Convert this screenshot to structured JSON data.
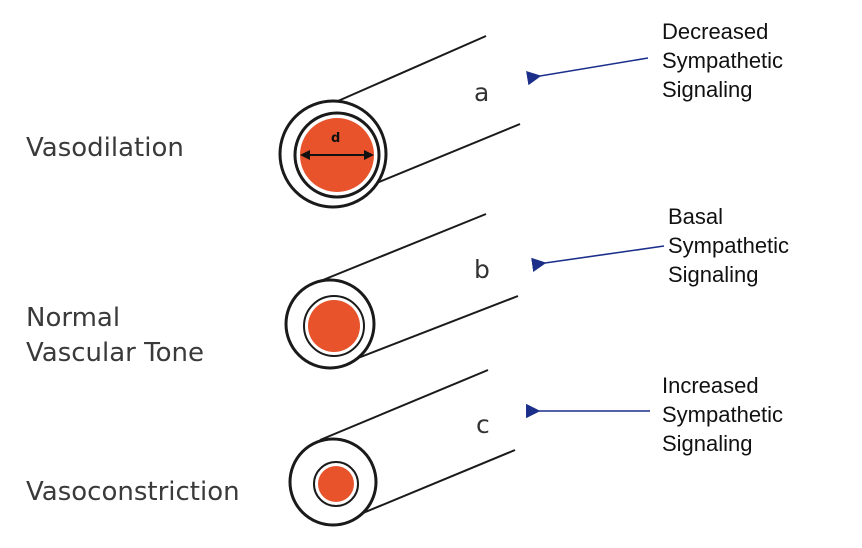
{
  "colors": {
    "lumen": "#e8532c",
    "outline": "#1a1a1a",
    "arrow": "#1b2f8a"
  },
  "vessels": [
    {
      "state": "Vasodilation",
      "letter": "a",
      "signal": [
        "Decreased",
        "Sympathetic",
        "Signaling"
      ],
      "diameter_mark": "d"
    },
    {
      "state": [
        "Normal",
        "Vascular Tone"
      ],
      "letter": "b",
      "signal": [
        "Basal",
        "Sympathetic",
        "Signaling"
      ]
    },
    {
      "state": "Vasoconstriction",
      "letter": "c",
      "signal": [
        "Increased",
        "Sympathetic",
        "Signaling"
      ]
    }
  ]
}
